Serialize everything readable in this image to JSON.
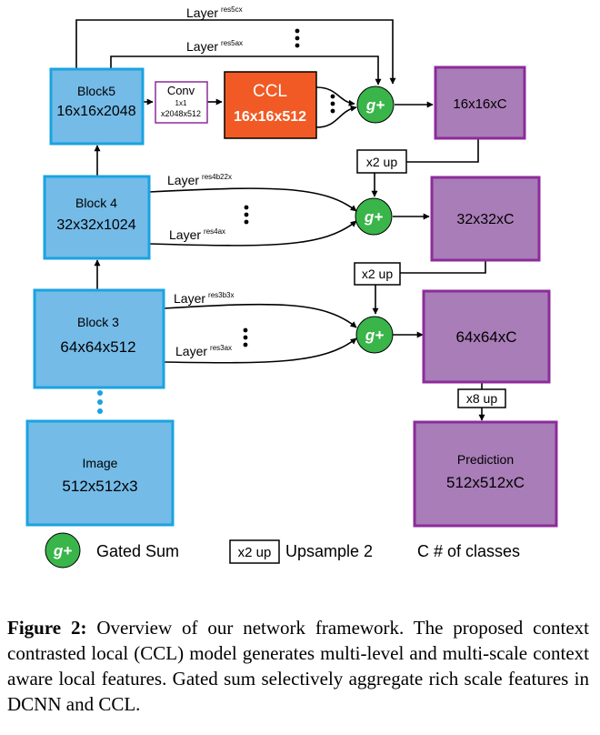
{
  "blocks": {
    "block5": {
      "name": "Block5",
      "dims": "16x16x2048"
    },
    "block4": {
      "name": "Block 4",
      "dims": "32x32x1024"
    },
    "block3": {
      "name": "Block 3",
      "dims": "64x64x512"
    },
    "image": {
      "name": "Image",
      "dims": "512x512x3"
    }
  },
  "conv": {
    "title": "Conv",
    "kernel": "1x1",
    "channels": "x2048x512"
  },
  "ccl": {
    "name": "CCL",
    "dims": "16x16x512"
  },
  "outputs": {
    "out16": "16x16xC",
    "out32": "32x32xC",
    "out64": "64x64xC",
    "prediction_name": "Prediction",
    "prediction_dims": "512x512xC"
  },
  "gate_label": "g+",
  "ups": {
    "up2_a": "x2 up",
    "up2_b": "x2 up",
    "up8": "x8 up"
  },
  "layers": {
    "res5cx": {
      "word": "Layer",
      "sup": "res5cx"
    },
    "res5ax": {
      "word": "Layer",
      "sup": "res5ax"
    },
    "res4b22x": {
      "word": "Layer",
      "sup": "res4b22x"
    },
    "res4ax": {
      "word": "Layer",
      "sup": "res4ax"
    },
    "res3b3x": {
      "word": "Layer",
      "sup": "res3b3x"
    },
    "res3ax": {
      "word": "Layer",
      "sup": "res3ax"
    }
  },
  "legend": {
    "gate_symbol": "g+",
    "gate_text": "Gated Sum",
    "up_symbol": "x2 up",
    "up_text": "Upsample 2",
    "classes_text": "C # of classes"
  },
  "colors": {
    "block_fill": "#74bbe8",
    "block_stroke": "#1aa3e0",
    "out_fill": "#a97db8",
    "out_stroke": "#8c2c9a",
    "ccl_fill": "#f15a24",
    "gate_fill": "#39b54a",
    "dots_blue": "#1aa3e0"
  },
  "caption": {
    "label": "Figure 2:",
    "text": " Overview of our network framework.  The proposed context contrasted local (CCL) model generates multi-level and multi-scale context aware local features.  Gated sum selectively aggregate rich scale features in DCNN and CCL."
  }
}
